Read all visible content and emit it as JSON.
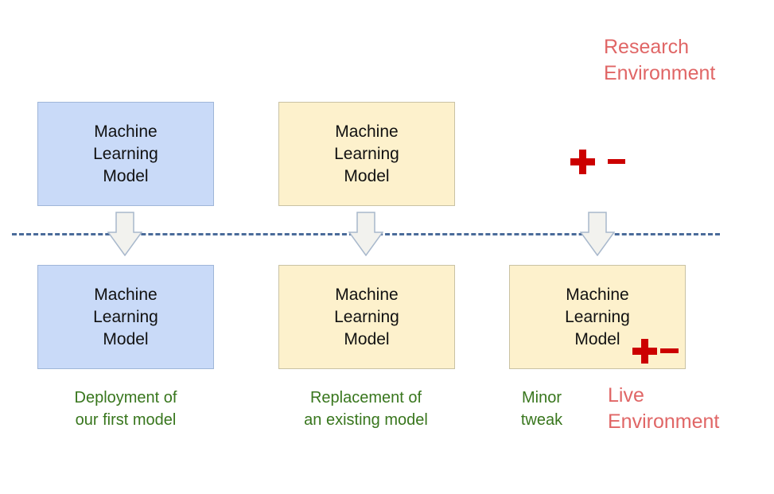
{
  "environments": {
    "research": "Research\nEnvironment",
    "live": "Live\nEnvironment"
  },
  "boxes": {
    "model_label": "Machine\nLearning\nModel"
  },
  "captions": {
    "first_deployment": "Deployment of\nour first model",
    "replacement": "Replacement of\nan existing model",
    "minor_tweak": "Minor\ntweak"
  },
  "colors": {
    "blue_box": "#c9daf8",
    "yellow_box": "#fdf1cc",
    "caption_green": "#38761d",
    "environment_red": "#e06666",
    "plus_minus_red": "#cc0000",
    "divider_blue": "#4a6b9a"
  },
  "icons": [
    "plus-icon",
    "minus-icon",
    "down-arrow-icon"
  ]
}
